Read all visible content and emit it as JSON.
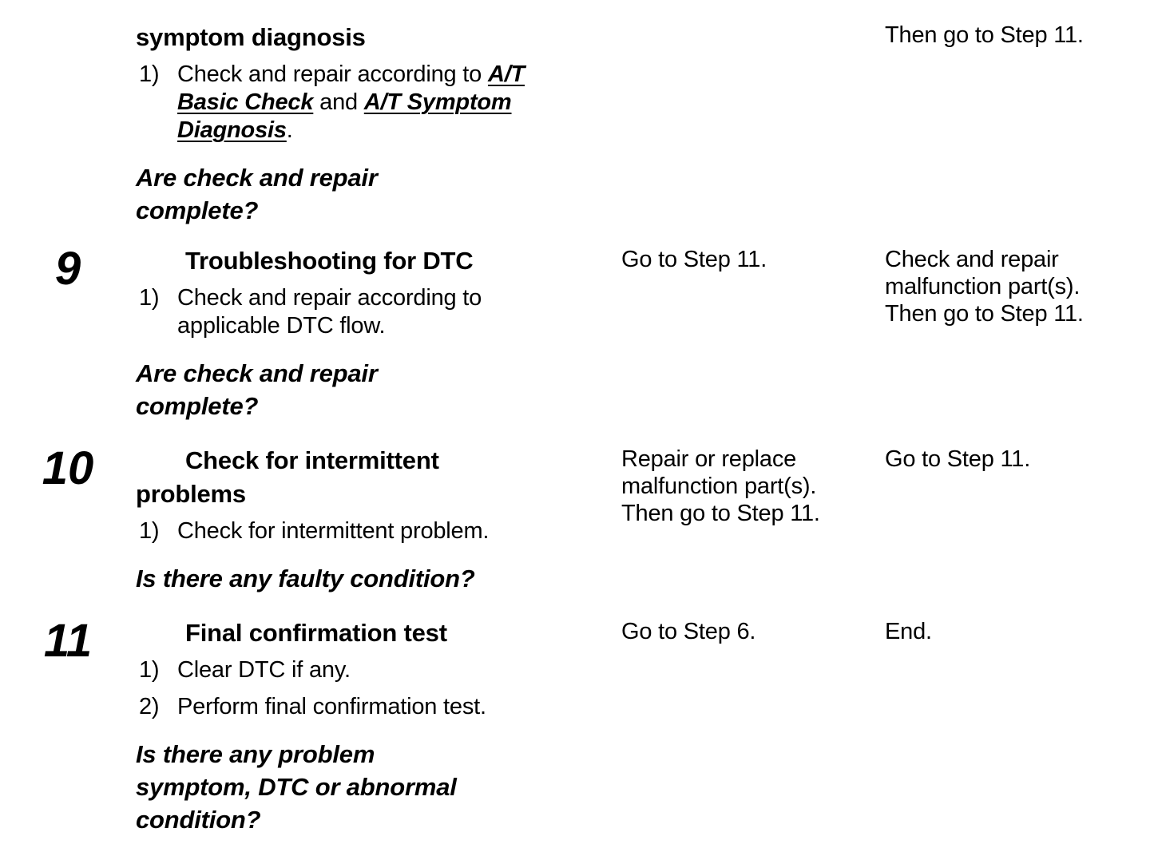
{
  "page": {
    "background": "#ffffff",
    "text_color": "#000000",
    "description": "Service manual troubleshooting step table (borderless), steps 9-11 with Action, Yes, No columns"
  },
  "table": {
    "rows": [
      {
        "id": "step-8-continued",
        "step": "",
        "heading": {
          "indent_first": false,
          "lines": [
            "symptom diagnosis"
          ]
        },
        "list": [
          {
            "num": "1)",
            "lines": [
              [
                {
                  "t": "Check and repair according to "
                },
                {
                  "t": "A/T",
                  "link": true
                }
              ],
              [
                {
                  "t": "Basic Check",
                  "link": true
                },
                {
                  "t": " and "
                },
                {
                  "t": "A/T Symptom",
                  "link": true
                }
              ],
              [
                {
                  "t": "Diagnosis",
                  "link": true
                },
                {
                  "t": "."
                }
              ]
            ]
          }
        ],
        "question": [
          "Are check and repair",
          "complete?"
        ],
        "yes": [],
        "no": [
          "Then go to Step 11."
        ]
      },
      {
        "id": "step-9",
        "step": "9",
        "heading": {
          "indent_first": true,
          "lines": [
            "Troubleshooting for DTC"
          ]
        },
        "list": [
          {
            "num": "1)",
            "lines": [
              [
                {
                  "t": "Check and repair according to"
                }
              ],
              [
                {
                  "t": "applicable DTC flow."
                }
              ]
            ]
          }
        ],
        "question": [
          "Are check and repair",
          "complete?"
        ],
        "yes": [
          "Go to Step 11."
        ],
        "no": [
          "Check and repair",
          "malfunction part(s).",
          "Then go to Step 11."
        ]
      },
      {
        "id": "step-10",
        "step": "10",
        "heading": {
          "indent_first": true,
          "lines": [
            "Check for intermittent",
            "problems"
          ]
        },
        "list": [
          {
            "num": "1)",
            "lines": [
              [
                {
                  "t": "Check for intermittent problem."
                }
              ]
            ]
          }
        ],
        "question": [
          "Is there any faulty condition?"
        ],
        "yes": [
          "Repair or replace",
          "malfunction part(s).",
          "Then go to Step 11."
        ],
        "no": [
          "Go to Step 11."
        ]
      },
      {
        "id": "step-11",
        "step": "11",
        "heading": {
          "indent_first": true,
          "lines": [
            "Final confirmation test"
          ]
        },
        "list": [
          {
            "num": "1)",
            "lines": [
              [
                {
                  "t": "Clear DTC if any."
                }
              ]
            ]
          },
          {
            "num": "2)",
            "lines": [
              [
                {
                  "t": "Perform final confirmation test."
                }
              ]
            ]
          }
        ],
        "question": [
          "Is there any problem",
          "symptom, DTC or abnormal",
          "condition?"
        ],
        "yes": [
          "Go to Step 6."
        ],
        "no": [
          "End."
        ]
      }
    ]
  }
}
